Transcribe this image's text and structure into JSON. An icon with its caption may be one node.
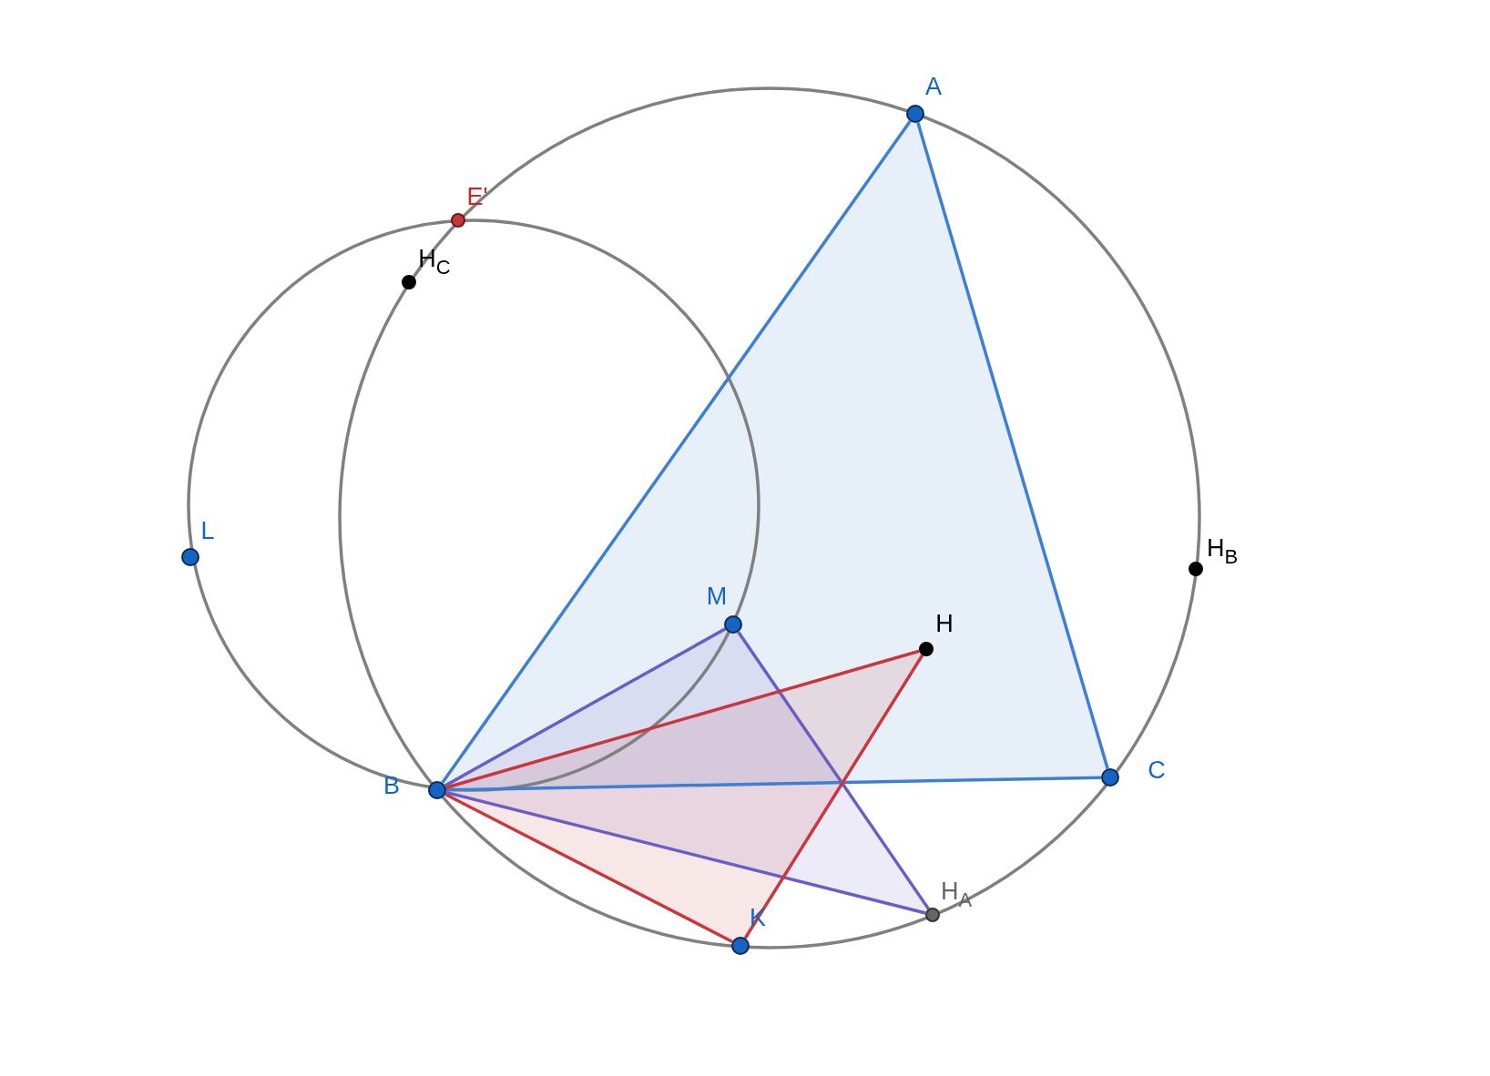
{
  "diagram": {
    "nodes": [
      {
        "text": [
          "A"
        ]
      },
      {
        "text": [
          "B"
        ]
      },
      {
        "text": [
          "C"
        ]
      },
      {
        "text": [
          "M"
        ]
      },
      {
        "text": [
          "H"
        ]
      },
      {
        "text": [
          "K"
        ]
      },
      {
        "text": [
          "H$_{A}$"
        ]
      },
      {
        "text": [
          "H$_{B}$"
        ]
      },
      {
        "text": [
          "H$_{C}$"
        ]
      },
      {
        "text": [
          "E'"
        ]
      },
      {
        "text": [
          "L"
        ]
      }
    ],
    "edges": [
      {
        "from": 0,
        "to": 1,
        "arrow": "none",
        "color": "#3d7fd0"
      },
      {
        "from": 1,
        "to": 2,
        "arrow": "none",
        "color": "#3d7fd0"
      },
      {
        "from": 2,
        "to": 0,
        "arrow": "none",
        "color": "#3d7fd0"
      },
      {
        "from": 1,
        "to": 3,
        "arrow": "none",
        "color": "#6a5ec6"
      },
      {
        "from": 3,
        "to": 6,
        "arrow": "none",
        "color": "#6a5ec6"
      },
      {
        "from": 1,
        "to": 6,
        "arrow": "none",
        "color": "#6a5ec6"
      },
      {
        "from": 1,
        "to": 4,
        "arrow": "none",
        "color": "#c8373d"
      },
      {
        "from": 4,
        "to": 5,
        "arrow": "none",
        "color": "#c8373d"
      },
      {
        "from": 1,
        "to": 5,
        "arrow": "none",
        "color": "#c8373d"
      }
    ]
  }
}
